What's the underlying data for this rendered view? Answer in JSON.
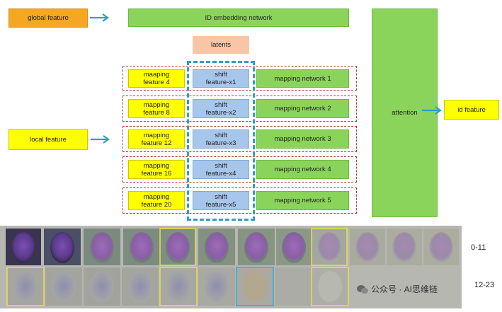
{
  "inputs": {
    "global_feature": "global feature",
    "local_feature": "local feature"
  },
  "id_embedding": "ID embedding network",
  "latents": "latents",
  "rows": [
    {
      "mapping_feature": "maaping\nfeature 4",
      "shift": "shift\nfeature-x1",
      "network": "mapping network 1"
    },
    {
      "mapping_feature": "mapping\nfeature 8",
      "shift": "shift\nfeature-x2",
      "network": "mapping network 2"
    },
    {
      "mapping_feature": "mapping\nfeature 12",
      "shift": "shift\nfeature-x3",
      "network": "mapping network 3"
    },
    {
      "mapping_feature": "mapping\nfeature 16",
      "shift": "shift\nfeature-x4",
      "network": "mapping network 4"
    },
    {
      "mapping_feature": "mapping\nfeature 20",
      "shift": "shift\nfeature-x5",
      "network": "mapping network 5"
    }
  ],
  "attention": "attention",
  "output": "id feature",
  "strip": {
    "top_label": "0-11",
    "bottom_label": "12-23"
  },
  "watermark": "公众号 · AI思维链",
  "colors": {
    "orange": "#f5a623",
    "green": "#8bd45b",
    "yellow": "#ffff00",
    "blue": "#a7c6ec",
    "peach": "#f7c6a6",
    "arrow": "#2f9ec4",
    "dashed_row": "#b23b2f"
  }
}
